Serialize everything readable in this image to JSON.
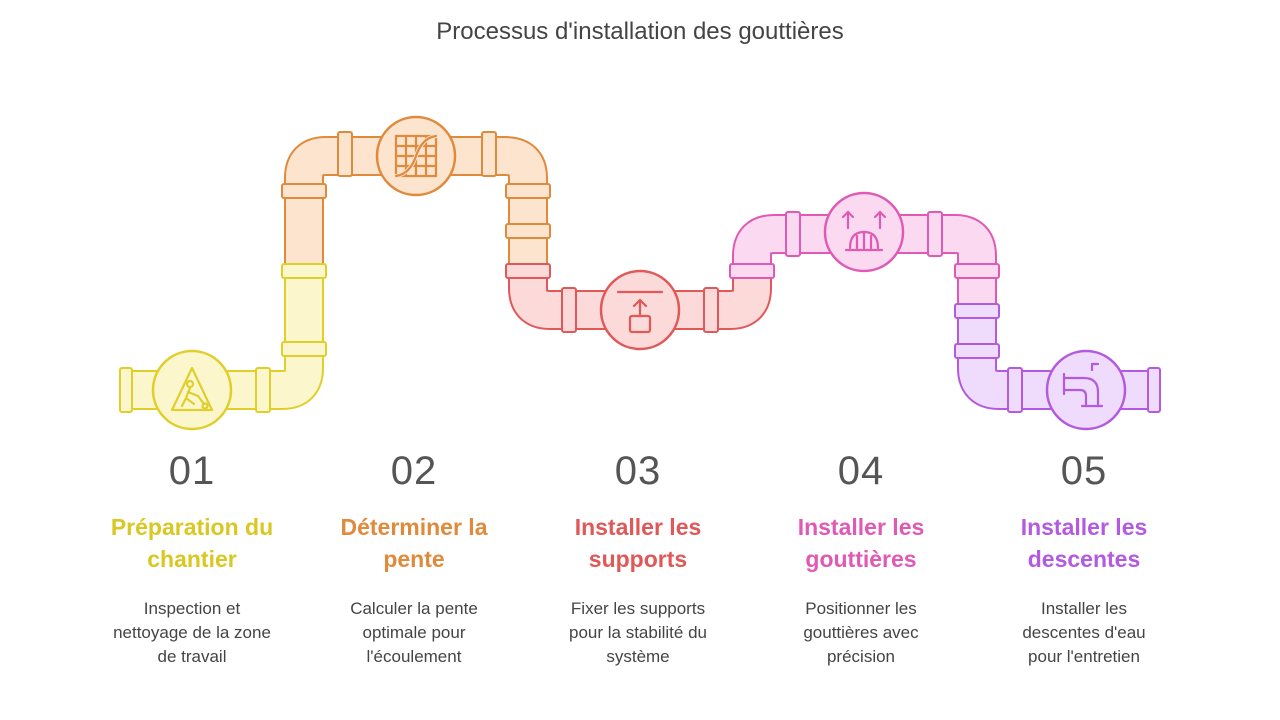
{
  "title": "Processus d'installation des gouttières",
  "colors": {
    "yellow": "#E0CF2A",
    "orange": "#E08A3C",
    "red": "#E05858",
    "pink": "#E05AB4",
    "purple": "#B45AE0"
  },
  "steps": [
    {
      "number": "01",
      "heading_line1": "Préparation du",
      "heading_line2": "chantier",
      "desc_line1": "Inspection et",
      "desc_line2": "nettoyage de la zone",
      "desc_line3": "de travail",
      "icon": "construction-worker-icon",
      "color": "#E0CF2A"
    },
    {
      "number": "02",
      "heading_line1": "Déterminer la",
      "heading_line2": "pente",
      "desc_line1": "Calculer la pente",
      "desc_line2": "optimale pour",
      "desc_line3": "l'écoulement",
      "icon": "slope-grid-icon",
      "color": "#E08A3C"
    },
    {
      "number": "03",
      "heading_line1": "Installer les",
      "heading_line2": "supports",
      "desc_line1": "Fixer les supports",
      "desc_line2": "pour la stabilité du",
      "desc_line3": "système",
      "icon": "bracket-upload-icon",
      "color": "#E05858"
    },
    {
      "number": "04",
      "heading_line1": "Installer les",
      "heading_line2": "gouttières",
      "desc_line1": "Positionner les",
      "desc_line2": "gouttières avec",
      "desc_line3": "précision",
      "icon": "hardhat-arrows-icon",
      "color": "#E05AB4"
    },
    {
      "number": "05",
      "heading_line1": "Installer les",
      "heading_line2": "descentes",
      "desc_line1": "Installer les",
      "desc_line2": "descentes d'eau",
      "desc_line3": "pour l'entretien",
      "icon": "downspout-pipe-icon",
      "color": "#B45AE0"
    }
  ]
}
